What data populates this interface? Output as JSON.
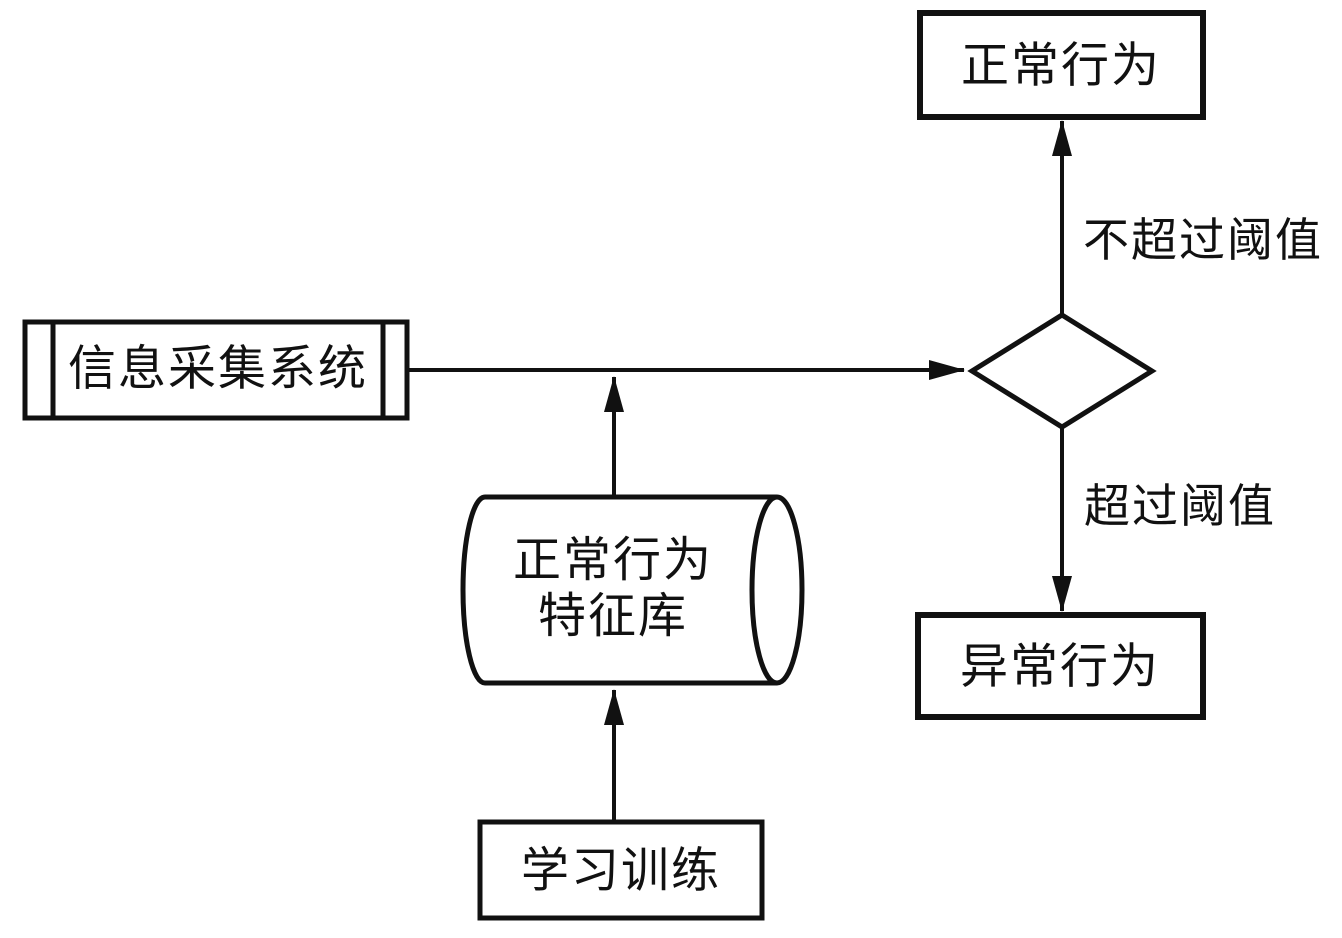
{
  "flowchart": {
    "colors": {
      "stroke": "#111111",
      "background": "#ffffff"
    },
    "nodes": {
      "info_collection": {
        "label": "信息采集系统",
        "shape": "predefined-process"
      },
      "feature_db": {
        "label_lines": [
          "正常行为",
          "特征库"
        ],
        "shape": "cylinder"
      },
      "learning_training": {
        "label": "学习训练",
        "shape": "rectangle"
      },
      "threshold_decision": {
        "label": "",
        "shape": "diamond"
      },
      "normal_behavior": {
        "label": "正常行为",
        "shape": "rectangle"
      },
      "abnormal_behavior": {
        "label": "异常行为",
        "shape": "rectangle"
      }
    },
    "edge_labels": {
      "not_exceed": "不超过阈值",
      "exceed": "超过阈值"
    }
  }
}
